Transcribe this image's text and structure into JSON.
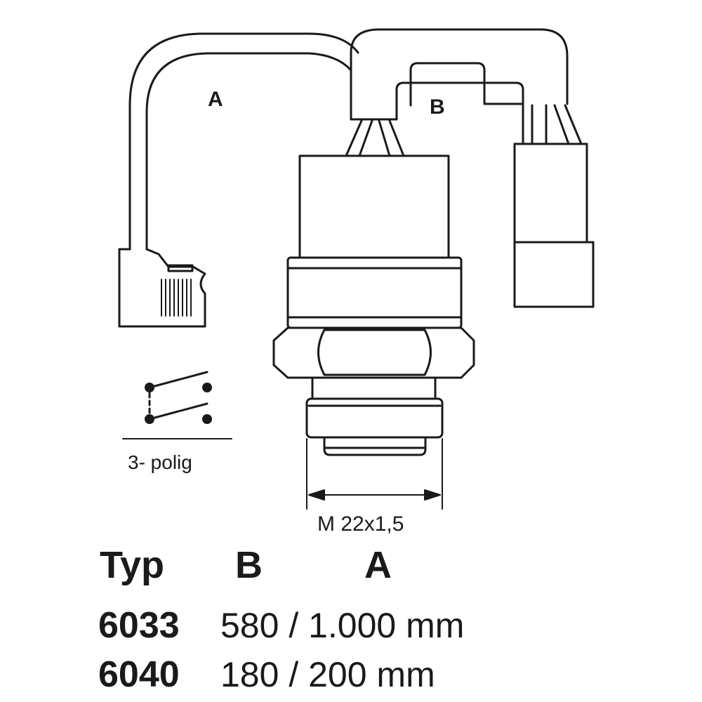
{
  "diagram": {
    "cable_a_label": "A",
    "cable_b_label": "B",
    "switch_caption": "3- polig",
    "thread_label": "M 22x1,5",
    "colors": {
      "ink": "#1a1a1a",
      "background": "#ffffff"
    },
    "icons": [
      "switch-symbol-icon",
      "dimension-arrow-icon"
    ]
  },
  "table": {
    "headers": {
      "typ": "Typ",
      "b": "B",
      "a": "A"
    },
    "rows": [
      {
        "typ": "6033",
        "lengths": "580 / 1.000 mm"
      },
      {
        "typ": "6040",
        "lengths": "180 / 200 mm"
      }
    ]
  }
}
